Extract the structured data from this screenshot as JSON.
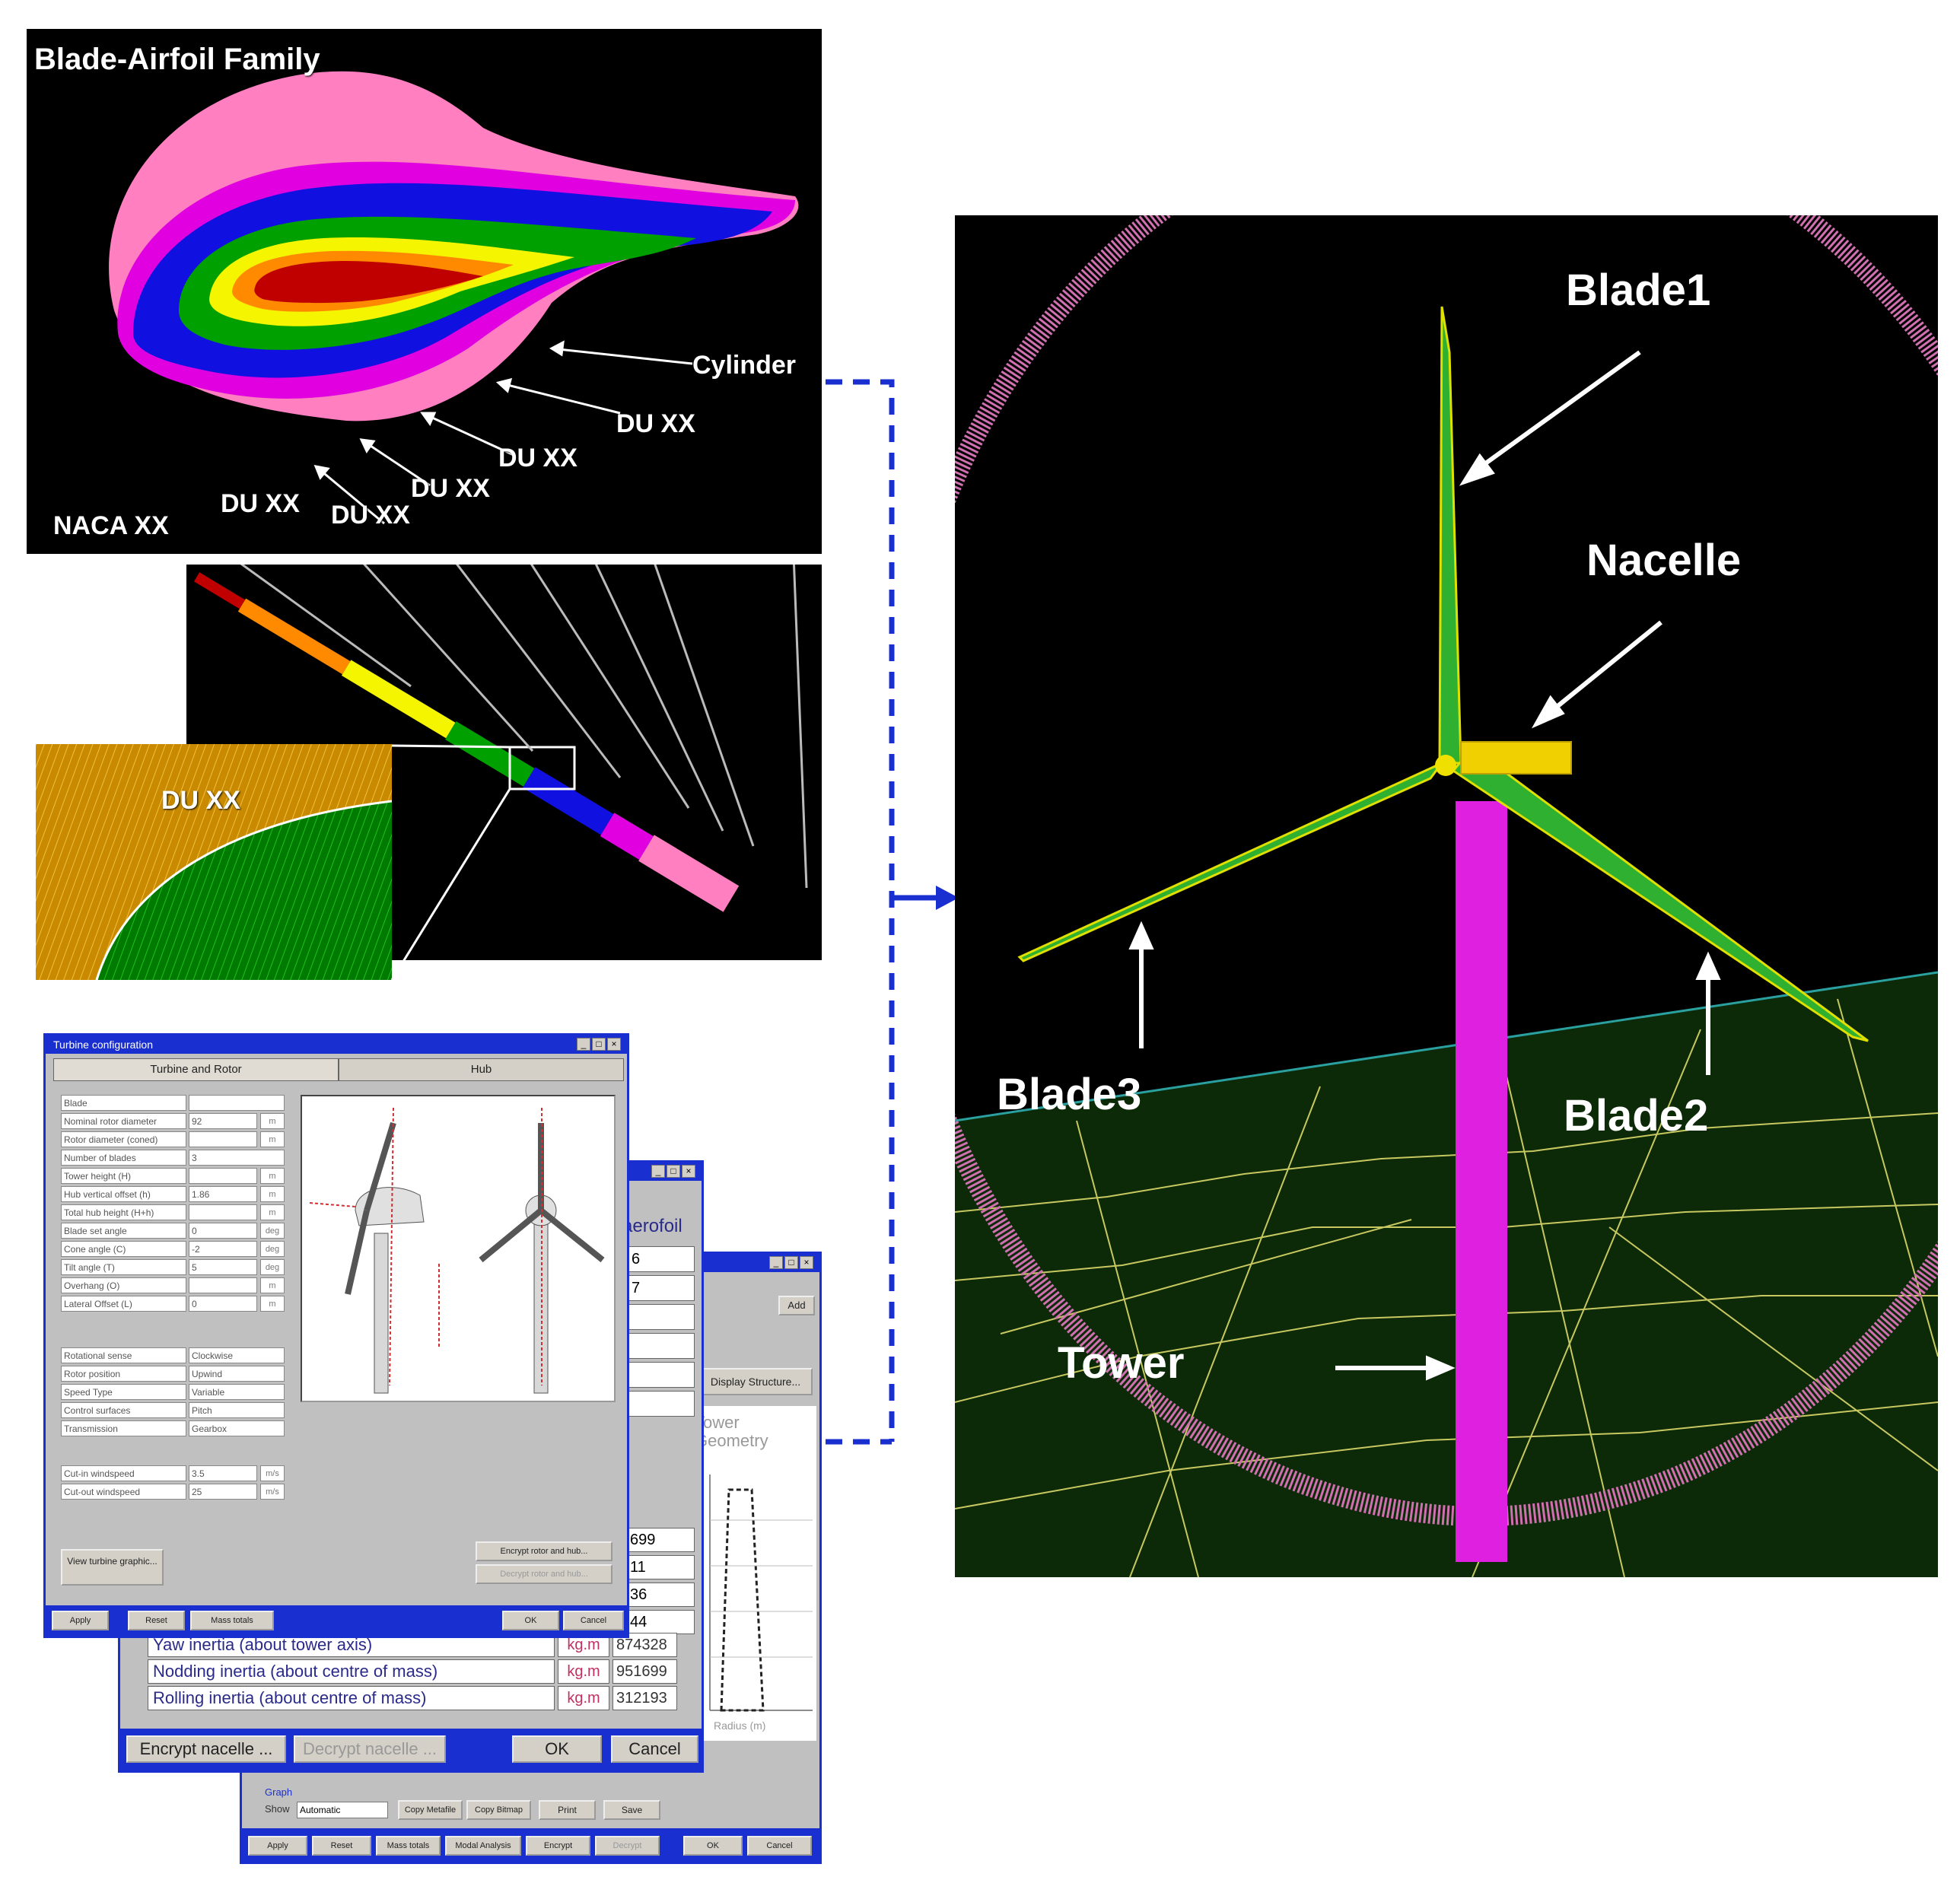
{
  "figure": {
    "top_panel": {
      "title": "Blade-Airfoil Family",
      "labels": {
        "cylinder": "Cylinder",
        "du1": "DU XX",
        "du2": "DU XX",
        "du3": "DU XX",
        "du4": "DU XX",
        "du5": "DU XX",
        "naca": "NACA XX"
      }
    },
    "inset_label": "DU XX",
    "turbine_labels": {
      "blade1": "Blade1",
      "blade2": "Blade2",
      "blade3": "Blade3",
      "nacelle": "Nacelle",
      "tower": "Tower"
    },
    "colors": {
      "pink": "#ff7fc0",
      "magenta": "#e000e0",
      "blue": "#1010e0",
      "green": "#00a000",
      "yellow": "#f5f500",
      "orange": "#ff8a00",
      "red": "#c00000",
      "dash_blue": "#1a2fd0"
    }
  },
  "win1": {
    "title": "Turbine configuration",
    "tabs": [
      "Turbine and Rotor",
      "Hub"
    ],
    "fields": [
      {
        "label": "Blade",
        "value": "",
        "unit": ""
      },
      {
        "label": "Nominal rotor diameter",
        "value": "92",
        "unit": "m"
      },
      {
        "label": "Rotor diameter (coned)",
        "value": "",
        "unit": "m"
      },
      {
        "label": "Number of blades",
        "value": "3",
        "unit": ""
      },
      {
        "label": "Tower height (H)",
        "value": "",
        "unit": "m"
      },
      {
        "label": "Hub vertical offset (h)",
        "value": "1.86",
        "unit": "m"
      },
      {
        "label": "Total hub height (H+h)",
        "value": "",
        "unit": "m"
      },
      {
        "label": "Blade set angle",
        "value": "0",
        "unit": "deg"
      },
      {
        "label": "Cone angle (C)",
        "value": "-2",
        "unit": "deg"
      },
      {
        "label": "Tilt angle (T)",
        "value": "5",
        "unit": "deg"
      },
      {
        "label": "Overhang (O)",
        "value": "",
        "unit": "m"
      },
      {
        "label": "Lateral Offset (L)",
        "value": "0",
        "unit": "m"
      }
    ],
    "selects": [
      {
        "label": "Rotational sense",
        "value": "Clockwise"
      },
      {
        "label": "Rotor position",
        "value": "Upwind"
      },
      {
        "label": "Speed Type",
        "value": "Variable"
      },
      {
        "label": "Control surfaces",
        "value": "Pitch"
      },
      {
        "label": "Transmission",
        "value": "Gearbox"
      }
    ],
    "wind": [
      {
        "label": "Cut-in windspeed",
        "value": "3.5",
        "unit": "m/s"
      },
      {
        "label": "Cut-out windspeed",
        "value": "25",
        "unit": "m/s"
      }
    ],
    "view_btn": "View turbine graphic...",
    "encrypt_btn": "Encrypt rotor and hub...",
    "decrypt_btn": "Decrypt rotor and hub...",
    "bottom": [
      "Apply",
      "Reset",
      "Mass totals",
      "OK",
      "Cancel"
    ]
  },
  "win2": {
    "rows": [
      {
        "name": "Yaw inertia (about tower axis)",
        "unit": "kg.m",
        "value": "874328"
      },
      {
        "name": "Nodding inertia (about centre of mass)",
        "unit": "kg.m",
        "value": "951699"
      },
      {
        "name": "Rolling inertia (about centre of mass)",
        "unit": "kg.m",
        "value": "312193"
      }
    ],
    "right_vals": [
      "6",
      "7",
      "699",
      "11",
      "36",
      "44"
    ],
    "partial_title": "aerofoil",
    "bottom": [
      "Encrypt nacelle ...",
      "Decrypt nacelle ...",
      "OK",
      "Cancel"
    ]
  },
  "win3": {
    "display_btn": "Display Structure...",
    "add_btn": "Add",
    "chart_title": "Tower Geometry",
    "chart_xlabel": "Radius (m)",
    "graph_label": "Graph",
    "show_label": "Show",
    "show_value": "Automatic",
    "graph_btns": [
      "Copy Metafile",
      "Copy Bitmap",
      "Print",
      "Save"
    ],
    "bottom": [
      "Apply",
      "Reset",
      "Mass totals",
      "Modal Analysis",
      "Encrypt",
      "Decrypt",
      "OK",
      "Cancel"
    ]
  }
}
